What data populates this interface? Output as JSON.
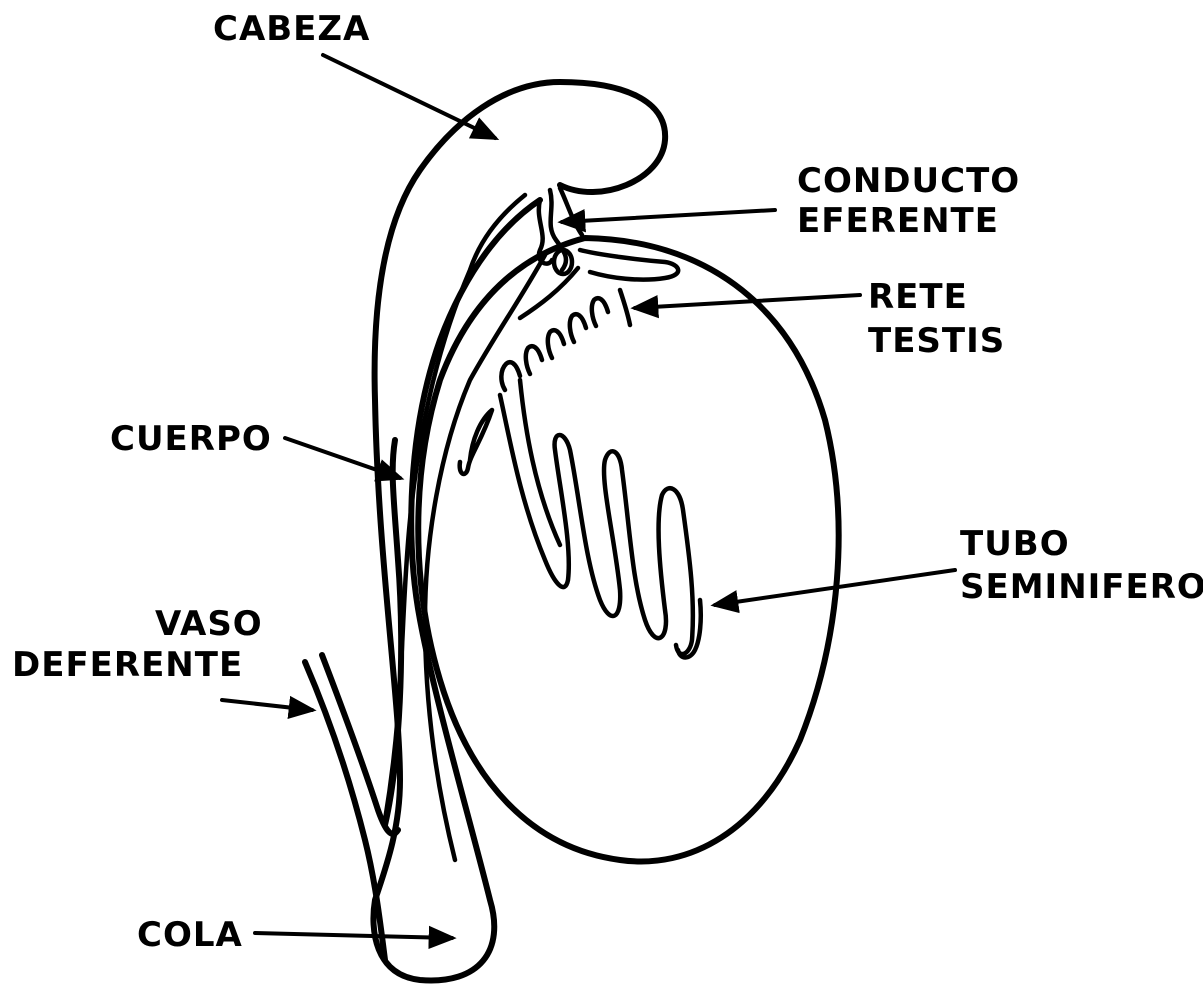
{
  "labels": {
    "cabeza": "CABEZA",
    "conducto_line1": "CONDUCTO",
    "conducto_line2": "EFERENTE",
    "rete_line1": "RETE",
    "rete_line2": "TESTIS",
    "cuerpo": "CUERPO",
    "tubo_line1": "TUBO",
    "tubo_line2": "SEMINIFERO",
    "vaso_line1": "VASO",
    "vaso_line2": "DEFERENTE",
    "cola": "COLA"
  },
  "colors": {
    "ink": "#000000",
    "background": "#ffffff"
  }
}
